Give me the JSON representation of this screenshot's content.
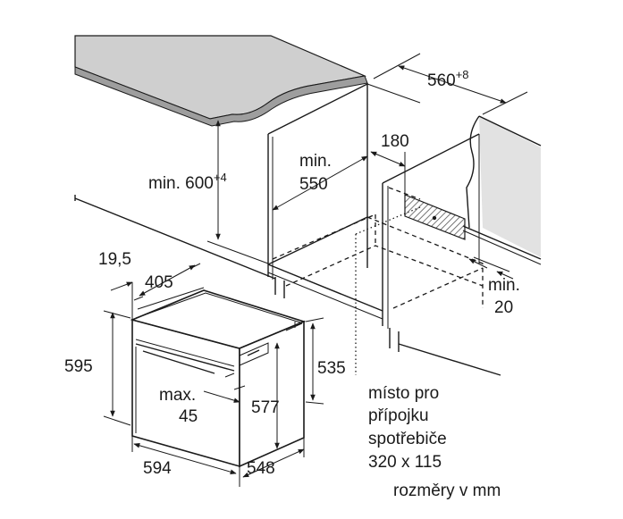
{
  "labels": {
    "w560_base": "560",
    "w560_sup": "+8",
    "h600_base": "min. 600",
    "h600_sup": "+4",
    "d550_line1": "min.",
    "d550_line2": "550",
    "d180": "180",
    "gap20_line1": "min.",
    "gap20_line2": "20",
    "d19_5": "19,5",
    "d405": "405",
    "h595": "595",
    "h535": "535",
    "max45_line1": "max.",
    "max45_line2": "45",
    "h577": "577",
    "w594": "594",
    "d548": "548",
    "socket_line1": "místo pro",
    "socket_line2": "přípojku",
    "socket_line3": "spotřebiče",
    "socket_line4": "320 x 115",
    "units": "rozměry v mm"
  },
  "colors": {
    "line": "#1a1a1a",
    "countertop_top": "#c8c8c8",
    "countertop_edge": "#9a9a9a",
    "wall": "#dcdcdc",
    "socket_hatch": "#777777"
  }
}
